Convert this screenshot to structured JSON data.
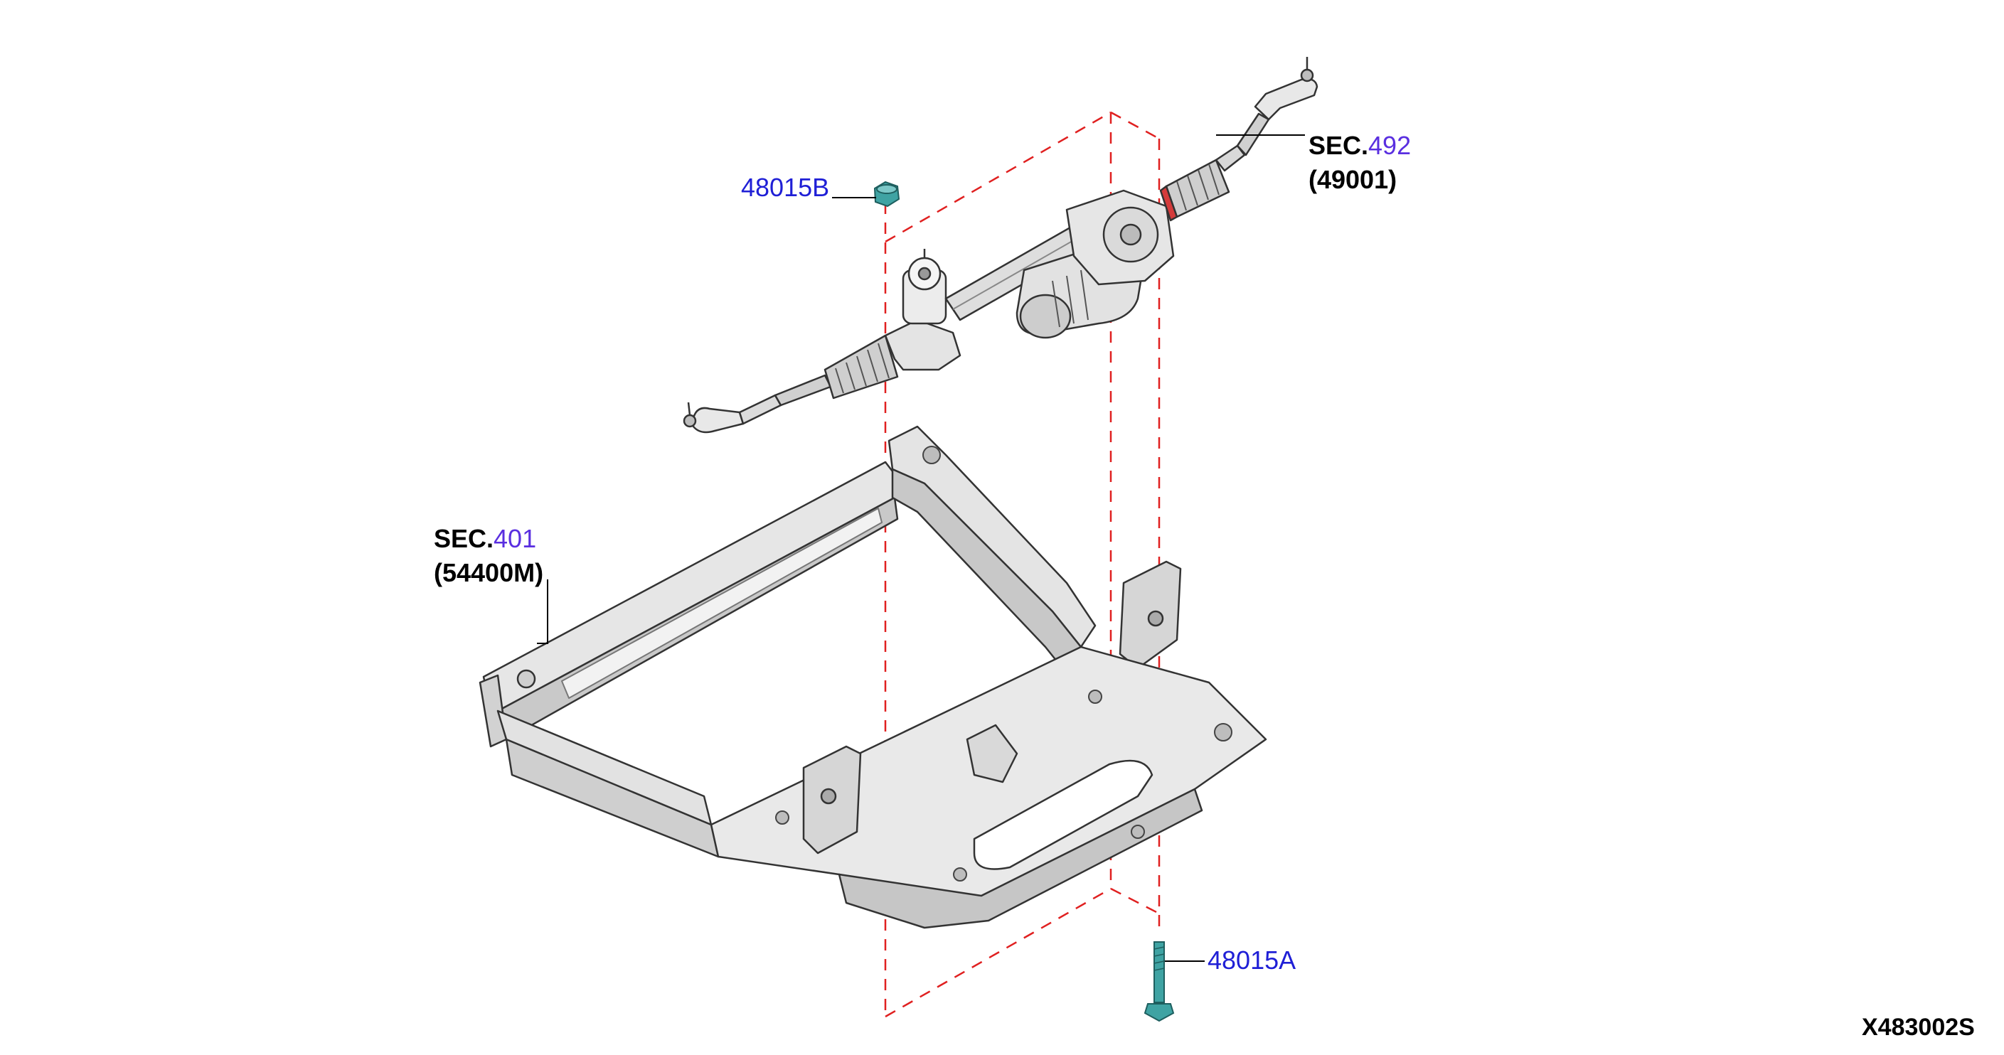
{
  "labels": {
    "part_48015B": "48015B",
    "part_48015A": "48015A",
    "sec_492": {
      "prefix": "SEC.",
      "number": "492",
      "code": "(49001)"
    },
    "sec_401": {
      "prefix": "SEC.",
      "number": "401",
      "code": "(54400M)"
    },
    "figure_id": "X483002S"
  },
  "colors": {
    "part_link": "#1f1fd6",
    "section_link": "#5a2fe0",
    "guide_line": "#e02020",
    "part_outline": "#333333",
    "part_fill": "#e8e8e8",
    "fastener": "#3fa3a3"
  },
  "illustrations": {
    "steering_rack": "steering-gear-assembly",
    "subframe": "front-suspension-member",
    "nut": "hex-flange-nut",
    "bolt": "flange-bolt"
  }
}
